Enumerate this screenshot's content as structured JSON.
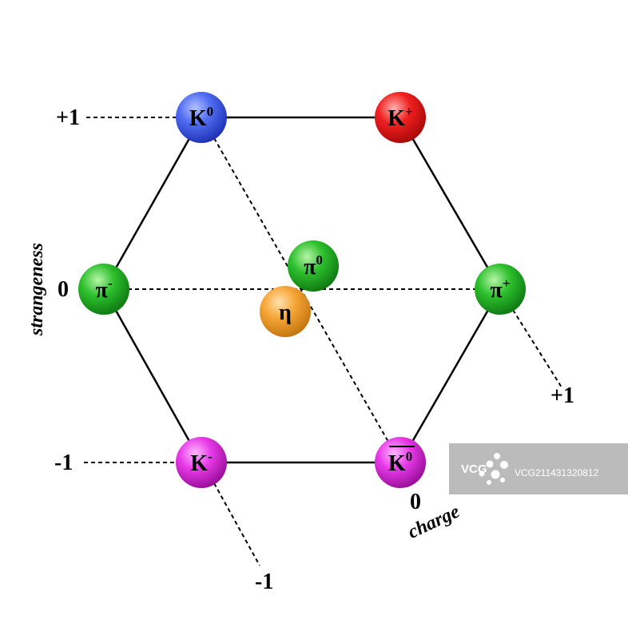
{
  "strangeness_axis": {
    "title": "strangeness",
    "ticks": [
      "+1",
      "0",
      "-1"
    ]
  },
  "charge_axis": {
    "title": "charge",
    "ticks": [
      "-1",
      "0",
      "+1"
    ]
  },
  "particles": [
    {
      "id": "k0",
      "name": "K",
      "sup": "0",
      "bar": false,
      "color": "blue"
    },
    {
      "id": "kplus",
      "name": "K",
      "sup": "+",
      "bar": false,
      "color": "red"
    },
    {
      "id": "piminus",
      "name": "π",
      "sup": "-",
      "bar": false,
      "color": "green"
    },
    {
      "id": "pi0",
      "name": "π",
      "sup": "0",
      "bar": false,
      "color": "green"
    },
    {
      "id": "eta",
      "name": "η",
      "sup": "",
      "bar": false,
      "color": "orange"
    },
    {
      "id": "piplus",
      "name": "π",
      "sup": "+",
      "bar": false,
      "color": "green"
    },
    {
      "id": "kminus",
      "name": "K",
      "sup": "-",
      "bar": false,
      "color": "magenta"
    },
    {
      "id": "k0bar",
      "name": "K",
      "sup": "0",
      "bar": true,
      "color": "magenta"
    }
  ],
  "watermark": {
    "logo": "VCG",
    "code": "VCG211431320812"
  }
}
